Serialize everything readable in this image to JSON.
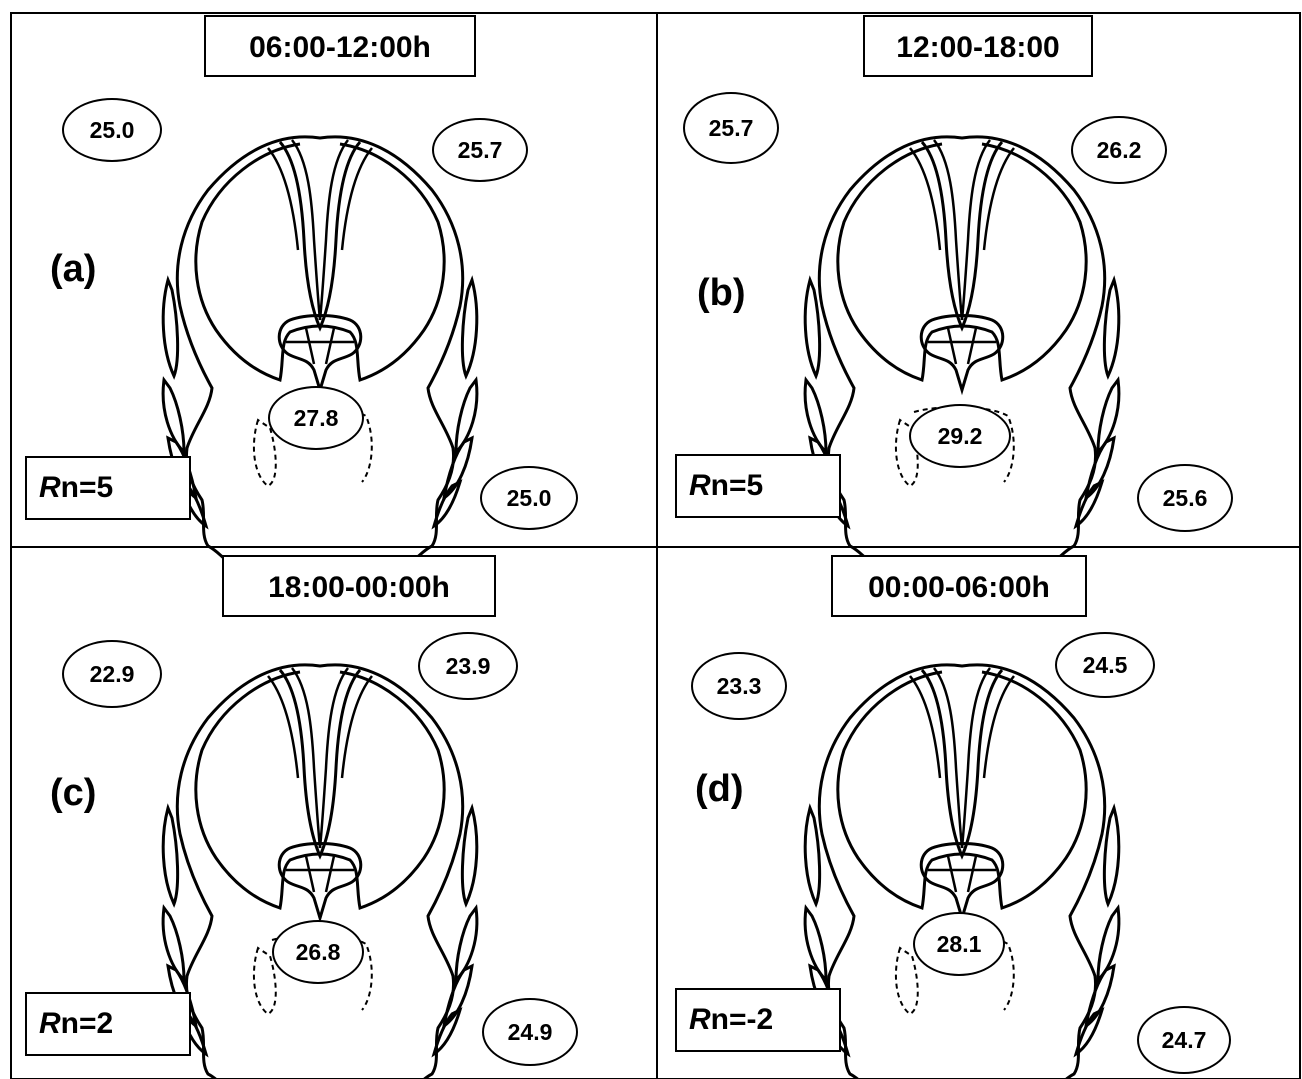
{
  "panels": [
    {
      "letter": "(a)",
      "period": "06:00-12:00h",
      "rn_symbol": "R",
      "rn_text": "n=5",
      "temps": {
        "top_left": "25.0",
        "top_right": "25.7",
        "center": "27.8",
        "bottom_right": "25.0"
      }
    },
    {
      "letter": "(b)",
      "period": "12:00-18:00",
      "rn_symbol": "R",
      "rn_text": "n=5",
      "temps": {
        "top_left": "25.7",
        "top_right": "26.2",
        "center": "29.2",
        "bottom_right": "25.6"
      }
    },
    {
      "letter": "(c)",
      "period": "18:00-00:00h",
      "rn_symbol": "R",
      "rn_text": "n=2",
      "temps": {
        "top_left": "22.9",
        "top_right": "23.9",
        "center": "26.8",
        "bottom_right": "24.9"
      }
    },
    {
      "letter": "(d)",
      "period": "00:00-06:00h",
      "rn_symbol": "R",
      "rn_text": "n=-2",
      "temps": {
        "top_left": "23.3",
        "top_right": "24.5",
        "center": "28.1",
        "bottom_right": "24.7"
      }
    }
  ]
}
